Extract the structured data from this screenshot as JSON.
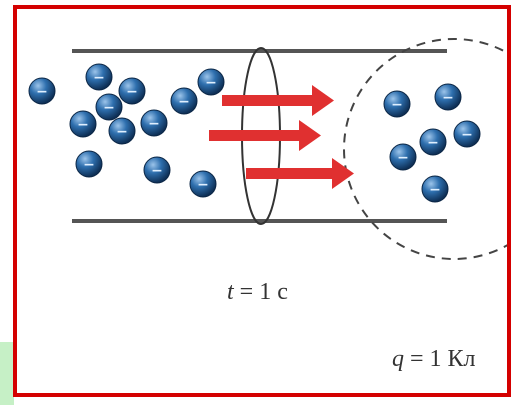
{
  "labels": {
    "time_var": "t",
    "time_rest": " = 1 с",
    "charge_var": "q",
    "charge_rest": " = 1 Кл"
  },
  "electron_sign": "−",
  "colors": {
    "frame": "#d40000",
    "arrow": "#e03030",
    "electron": "#1f5f9e",
    "wire": "#555555",
    "background_strip": "#c6f0c6"
  },
  "icons": {
    "electron": "electron-icon",
    "arrow": "current-arrow-icon"
  }
}
